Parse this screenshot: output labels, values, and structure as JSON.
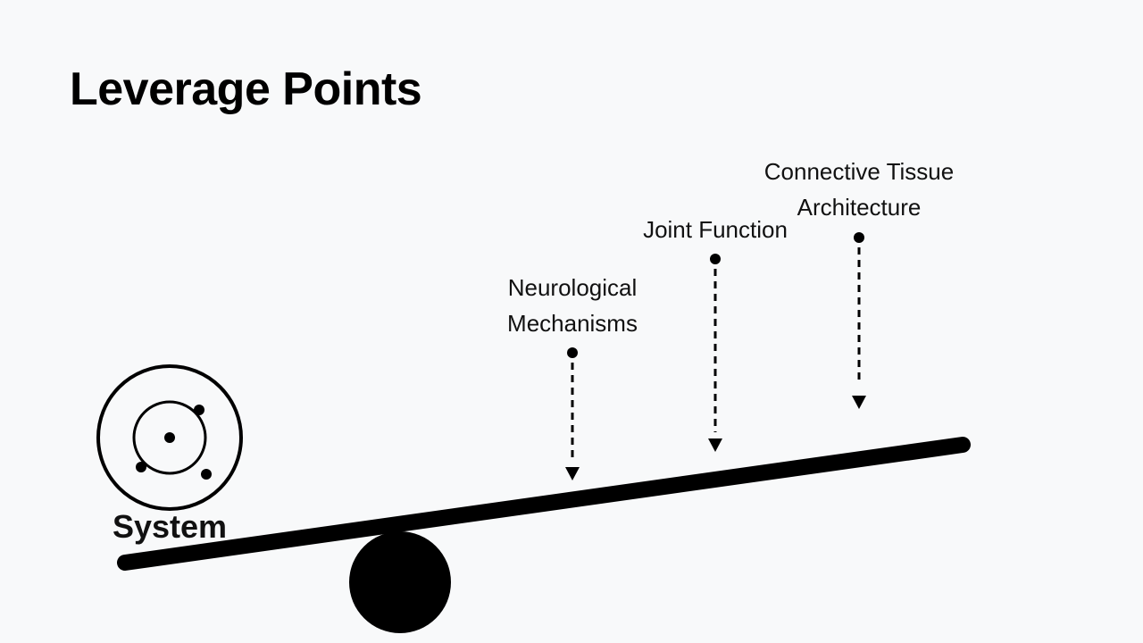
{
  "slide": {
    "title": "Leverage Points"
  },
  "system": {
    "label": "System"
  },
  "leverage_points": [
    {
      "line1": "Neurological",
      "line2": "Mechanisms"
    },
    {
      "line1": "Joint Function",
      "line2": ""
    },
    {
      "line1": "Connective Tissue",
      "line2": "Architecture"
    }
  ],
  "colors": {
    "background": "#f8f9fa",
    "ink": "#000000"
  }
}
